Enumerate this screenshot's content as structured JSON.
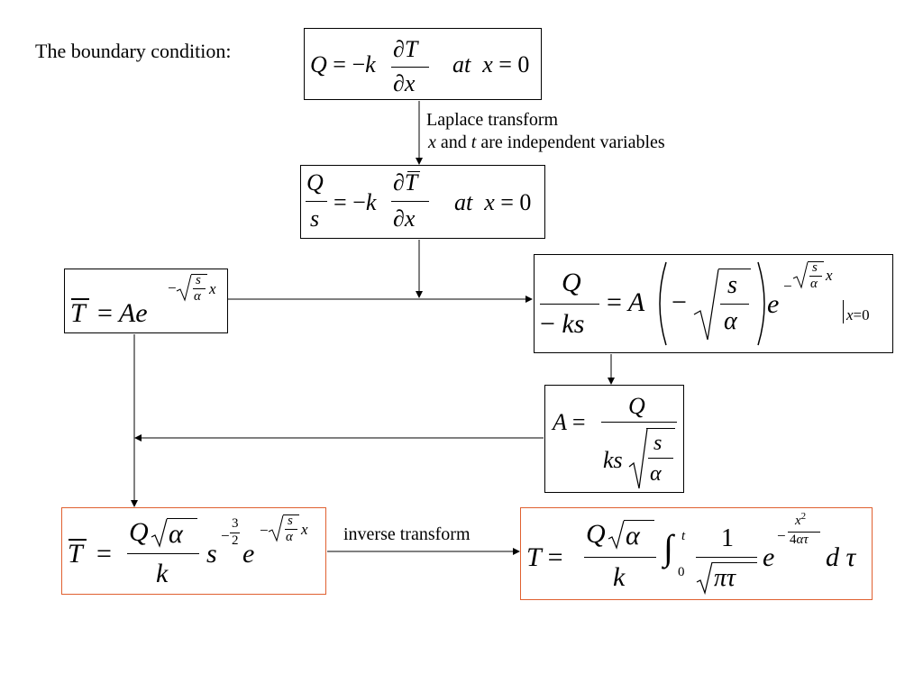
{
  "labels": {
    "boundary": "The boundary condition:",
    "laplace_line1": "Laplace transform",
    "laplace_x": "x",
    "laplace_and": " and ",
    "laplace_t": "t",
    "laplace_rest": " are independent variables",
    "inverse": "inverse transform"
  },
  "colors": {
    "highlight_border": "#e06030",
    "line": "#000000"
  }
}
